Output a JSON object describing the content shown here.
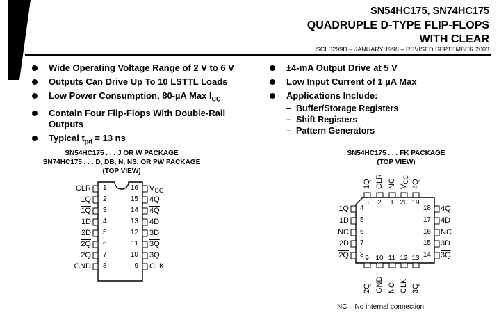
{
  "header": {
    "part_numbers": "SN54HC175, SN74HC175",
    "title_line1": "QUADRUPLE D-TYPE FLIP-FLOPS",
    "title_line2": "WITH CLEAR",
    "doc_number": "SCLS299D – JANUARY 1996 – REVISED SEPTEMBER 2003"
  },
  "features_left": [
    {
      "text": "Wide Operating Voltage Range of 2 V to 6 V"
    },
    {
      "text": "Outputs Can Drive Up To 10 LSTTL Loads"
    },
    {
      "pre": "Low Power Consumption, 80-µA Max I",
      "sub": "CC"
    },
    {
      "line1": "Contain Four Flip-Flops With Double-Rail",
      "line2": "Outputs"
    },
    {
      "pre": "Typical t",
      "sub": "pd",
      "post": " = 13 ns"
    }
  ],
  "features_right": [
    {
      "text": "±4-mA Output Drive at 5 V"
    },
    {
      "text": "Low Input Current of 1 µA Max"
    },
    {
      "text": "Applications Include:"
    }
  ],
  "applications": [
    "Buffer/Storage Registers",
    "Shift Registers",
    "Pattern Generators"
  ],
  "dip_package": {
    "line1": "SN54HC175 . . . J OR W PACKAGE",
    "line2": "SN74HC175 . . . D, DB, N, NS, OR PW PACKAGE",
    "line3": "(TOP VIEW)",
    "left_pins": [
      {
        "num": "1",
        "name": "CLR",
        "bar": true
      },
      {
        "num": "2",
        "name": "1Q",
        "bar": false
      },
      {
        "num": "3",
        "name": "1Q",
        "bar": true
      },
      {
        "num": "4",
        "name": "1D",
        "bar": false
      },
      {
        "num": "5",
        "name": "2D",
        "bar": false
      },
      {
        "num": "6",
        "name": "2Q",
        "bar": true
      },
      {
        "num": "7",
        "name": "2Q",
        "bar": false
      },
      {
        "num": "8",
        "name": "GND",
        "bar": false
      }
    ],
    "right_pins": [
      {
        "num": "16",
        "name": "V",
        "sub": "CC",
        "bar": false
      },
      {
        "num": "15",
        "name": "4Q",
        "bar": false
      },
      {
        "num": "14",
        "name": "4Q",
        "bar": true
      },
      {
        "num": "13",
        "name": "4D",
        "bar": false
      },
      {
        "num": "12",
        "name": "3D",
        "bar": false
      },
      {
        "num": "11",
        "name": "3Q",
        "bar": true
      },
      {
        "num": "10",
        "name": "3Q",
        "bar": false
      },
      {
        "num": "9",
        "name": "CLK",
        "bar": false
      }
    ]
  },
  "fk_package": {
    "line1": "SN54HC175 . . . FK PACKAGE",
    "line2": "(TOP VIEW)",
    "top_pins": [
      {
        "num": "3",
        "name": "1Q",
        "bar": false
      },
      {
        "num": "2",
        "name": "CLR",
        "bar": true
      },
      {
        "num": "1",
        "name": "NC",
        "bar": false
      },
      {
        "num": "20",
        "name": "V",
        "sub": "CC",
        "bar": false
      },
      {
        "num": "19",
        "name": "4Q",
        "bar": false
      }
    ],
    "left_pins": [
      {
        "num": "4",
        "name": "1Q",
        "bar": true
      },
      {
        "num": "5",
        "name": "1D",
        "bar": false
      },
      {
        "num": "6",
        "name": "NC",
        "bar": false
      },
      {
        "num": "7",
        "name": "2D",
        "bar": false
      },
      {
        "num": "8",
        "name": "2Q",
        "bar": true
      }
    ],
    "right_pins": [
      {
        "num": "18",
        "name": "4Q",
        "bar": true
      },
      {
        "num": "17",
        "name": "4D",
        "bar": false
      },
      {
        "num": "16",
        "name": "NC",
        "bar": false
      },
      {
        "num": "15",
        "name": "3D",
        "bar": false
      },
      {
        "num": "14",
        "name": "3Q",
        "bar": true
      }
    ],
    "bottom_pins": [
      {
        "num": "9",
        "name": "2Q",
        "bar": false
      },
      {
        "num": "10",
        "name": "GND",
        "bar": false
      },
      {
        "num": "11",
        "name": "NC",
        "bar": false
      },
      {
        "num": "12",
        "name": "CLK",
        "bar": false
      },
      {
        "num": "13",
        "name": "3Q",
        "bar": false
      }
    ],
    "nc_note": "NC – No internal connection"
  }
}
